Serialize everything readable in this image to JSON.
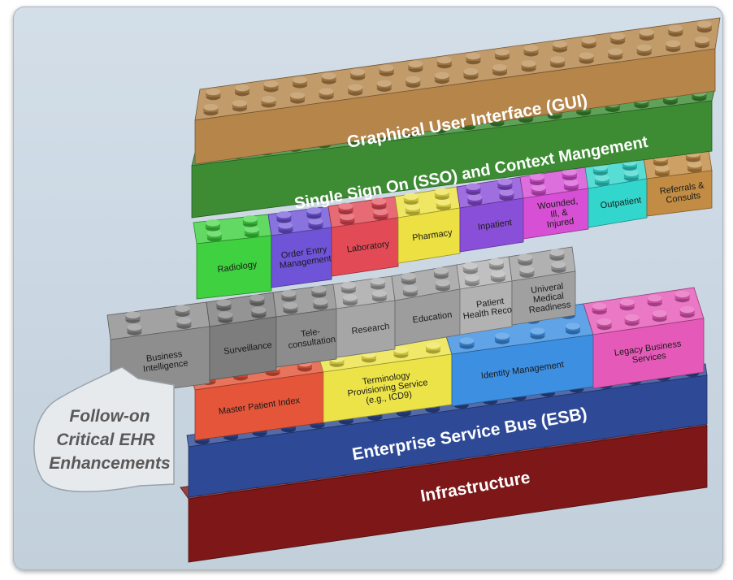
{
  "layers": {
    "gui": {
      "label": "Graphical User Interface (GUI)",
      "color": "#b5854a"
    },
    "sso": {
      "label": "Single Sign On (SSO) and Context Mangement",
      "color": "#3d8c34"
    },
    "esb": {
      "label": "Enterprise Service Bus (ESB)",
      "color": "#2e4a96"
    },
    "infra": {
      "label": "Infrastructure",
      "color": "#7e1818"
    }
  },
  "clinical_blocks": [
    {
      "id": "radiology",
      "label": "Radiology",
      "color": "#3fd13f"
    },
    {
      "id": "order-entry",
      "label": "Order Entry Management",
      "color": "#6f54d8"
    },
    {
      "id": "laboratory",
      "label": "Laboratory",
      "color": "#e24a56"
    },
    {
      "id": "pharmacy",
      "label": "Pharmacy",
      "color": "#ece042"
    },
    {
      "id": "inpatient",
      "label": "Inpatient",
      "color": "#8a4fd8"
    },
    {
      "id": "wounded",
      "label": "Wounded, Ill, & Injured",
      "color": "#d64fd4"
    },
    {
      "id": "outpatient",
      "label": "Outpatient",
      "color": "#33d6cc"
    },
    {
      "id": "referrals",
      "label": "Referrals & Consults",
      "color": "#c28c44"
    }
  ],
  "followon_blocks": [
    {
      "id": "business-intelligence",
      "label": "Business Intelligence",
      "color": "#8e8e8e"
    },
    {
      "id": "surveillance",
      "label": "Surveillance",
      "color": "#7d7d7d"
    },
    {
      "id": "teleconsultation",
      "label": "Tele- consultation",
      "color": "#8c8c8c"
    },
    {
      "id": "research",
      "label": "Research",
      "color": "#a6a6a6"
    },
    {
      "id": "education",
      "label": "Education",
      "color": "#9d9d9d"
    },
    {
      "id": "patient-health-record",
      "label": "Patient Health Record",
      "color": "#b2b2b2"
    },
    {
      "id": "univeral-medical-readiness",
      "label": "Univeral Medical Readiness",
      "color": "#a0a0a0"
    }
  ],
  "service_blocks": [
    {
      "id": "master-patient-index",
      "label": "Master Patient Index",
      "color": "#e4553a"
    },
    {
      "id": "terminology",
      "label": "Terminology Provisioning Service (e.g., ICD9)",
      "color": "#ece348"
    },
    {
      "id": "identity-management",
      "label": "Identity Management",
      "color": "#3d8fe2"
    },
    {
      "id": "legacy-business",
      "label": "Legacy Business Services",
      "color": "#e55ab8"
    }
  ],
  "callout": {
    "lines": [
      "Follow-on",
      "Critical EHR",
      "Enhancements"
    ]
  }
}
